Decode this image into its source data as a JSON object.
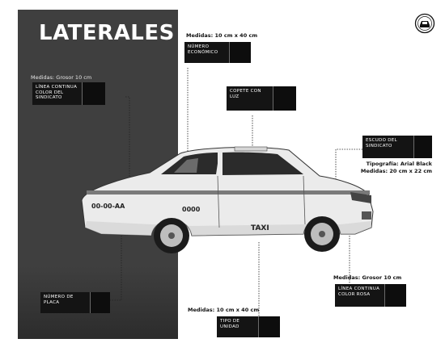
{
  "title": "LATERALES",
  "labels": {
    "numero_economico": "NÚMERO ECONÓMICO",
    "linea_sindicato": "LÍNEA CONTINUA COLOR DEL SINDICATO",
    "copete": "COPETE CON LUZ",
    "escudo": "ESCUDO DEL SINDICATO",
    "numero_placa": "NÚMERO DE PLACA",
    "tipo_unidad": "TIPO DE UNIDAD",
    "linea_rosa": "LÍNEA CONTINUA COLOR ROSA"
  },
  "measurements": {
    "top": "Medidas: 10 cm x 40 cm",
    "left_light": "Medidas: Grosor 10 cm",
    "typography": "Tipografía: Arial Black",
    "side": "Medidas: 20 cm x 22 cm",
    "bottom_right": "Medidas: Grosor 10 cm",
    "bottom": "Medidas: 10 cm x 40 cm"
  },
  "car_text": {
    "plate": "00-00-AA",
    "number": "0000",
    "taxi": "TAXI"
  },
  "colors": {
    "panel": "#3f3f3f",
    "stripe": "#7a7a7a",
    "car_body": "#ebebeb"
  }
}
